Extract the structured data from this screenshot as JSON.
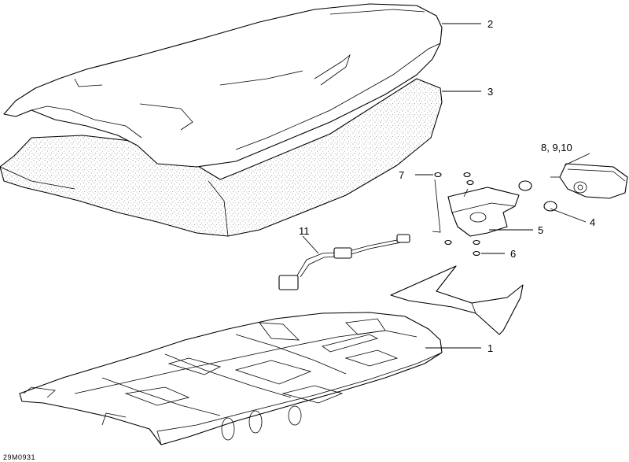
{
  "callouts": {
    "c1": "1",
    "c2": "2",
    "c3": "3",
    "c4": "4",
    "c5": "5",
    "c6": "6",
    "c7": "7",
    "c8": "8, 9,10",
    "c11": "11"
  },
  "drawing_code": "29M0931"
}
